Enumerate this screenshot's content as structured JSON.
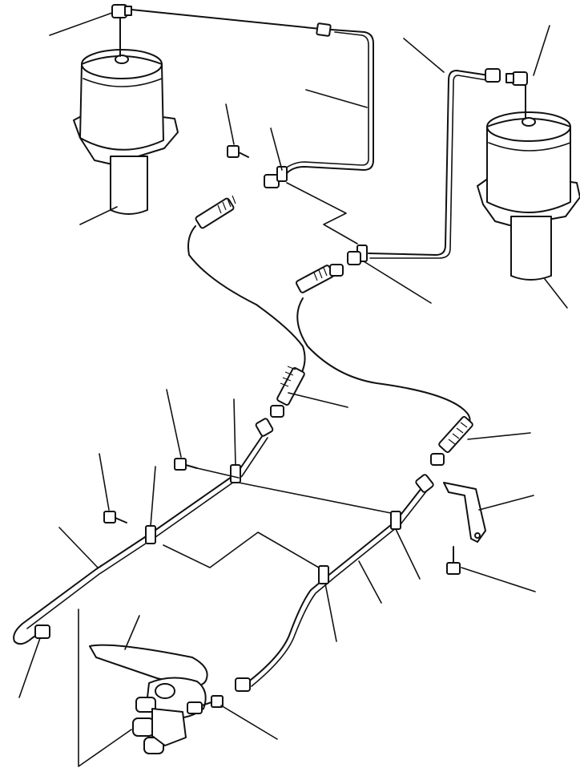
{
  "diagram": {
    "title": "",
    "colors": {
      "line": "#111111",
      "background": "#ffffff"
    },
    "components": [
      "air-tank-left",
      "air-tank-right",
      "tee-fitting-left",
      "tee-fitting-right",
      "rigid-tube-upper-left",
      "rigid-tube-upper-right",
      "flexible-hose-left",
      "flexible-hose-right",
      "hose-fittings",
      "lower-tube-left",
      "lower-tube-right",
      "clamps",
      "bolts",
      "mounting-bracket",
      "brake-pedal-valve"
    ],
    "callout_count": 22,
    "labels": []
  }
}
